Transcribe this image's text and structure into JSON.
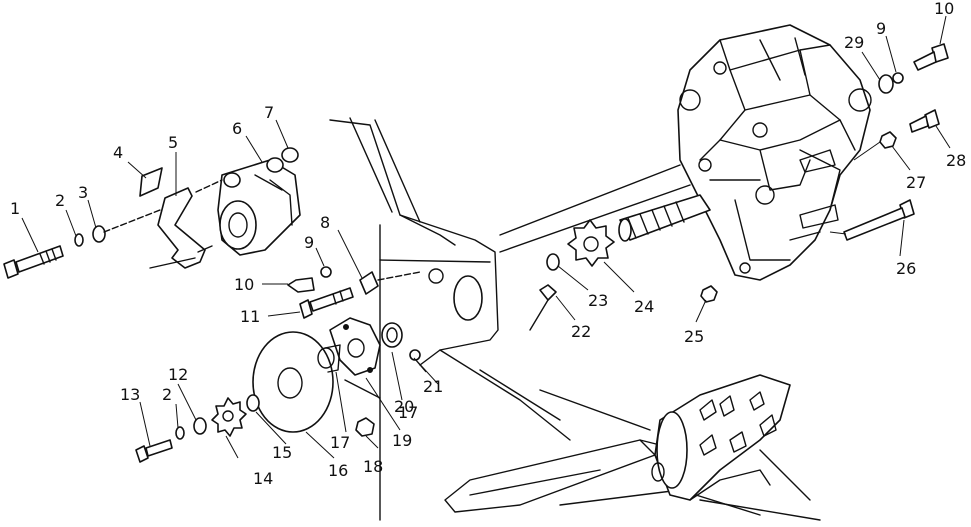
{
  "diagram": {
    "part_labels": [
      {
        "id": "l1",
        "text": "1"
      },
      {
        "id": "l2a",
        "text": "2"
      },
      {
        "id": "l3",
        "text": "3"
      },
      {
        "id": "l4",
        "text": "4"
      },
      {
        "id": "l5",
        "text": "5"
      },
      {
        "id": "l6",
        "text": "6"
      },
      {
        "id": "l7",
        "text": "7"
      },
      {
        "id": "l8",
        "text": "8"
      },
      {
        "id": "l9a",
        "text": "9"
      },
      {
        "id": "l10a",
        "text": "10"
      },
      {
        "id": "l11",
        "text": "11"
      },
      {
        "id": "l12",
        "text": "12"
      },
      {
        "id": "l13",
        "text": "13"
      },
      {
        "id": "l2b",
        "text": "2"
      },
      {
        "id": "l14",
        "text": "14"
      },
      {
        "id": "l15",
        "text": "15"
      },
      {
        "id": "l16",
        "text": "16"
      },
      {
        "id": "l17a",
        "text": "17"
      },
      {
        "id": "l17b",
        "text": "17"
      },
      {
        "id": "l18",
        "text": "18"
      },
      {
        "id": "l19",
        "text": "19"
      },
      {
        "id": "l20",
        "text": "20"
      },
      {
        "id": "l21",
        "text": "21"
      },
      {
        "id": "l22",
        "text": "22"
      },
      {
        "id": "l23",
        "text": "23"
      },
      {
        "id": "l24",
        "text": "24"
      },
      {
        "id": "l25",
        "text": "25"
      },
      {
        "id": "l26",
        "text": "26"
      },
      {
        "id": "l27",
        "text": "27"
      },
      {
        "id": "l28",
        "text": "28"
      },
      {
        "id": "l29",
        "text": "29"
      },
      {
        "id": "l9b",
        "text": "9"
      },
      {
        "id": "l10b",
        "text": "10"
      }
    ]
  }
}
